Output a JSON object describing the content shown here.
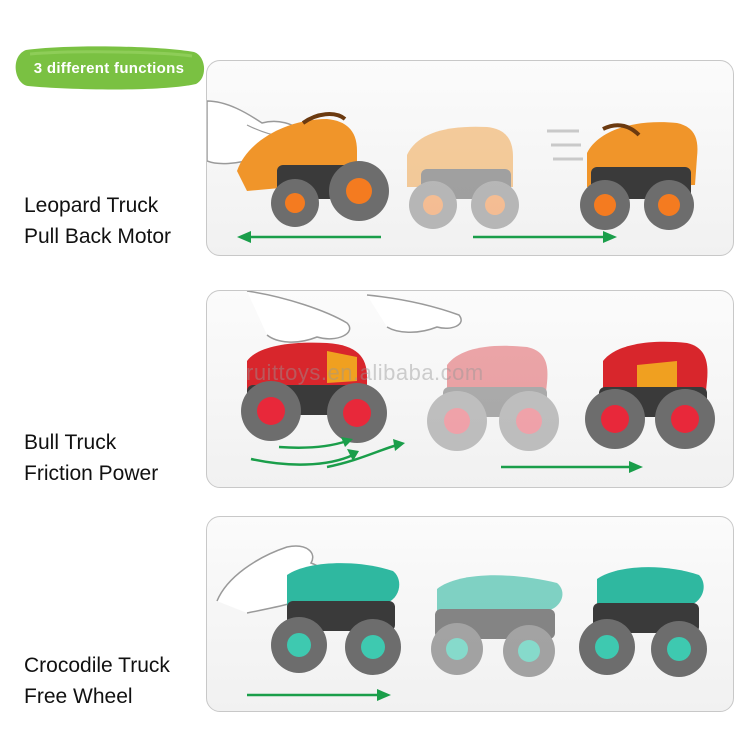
{
  "badge": {
    "text": "3 different functions",
    "color": "#7ac142"
  },
  "watermark": "ruittoys.en.alibaba.com",
  "rows": [
    {
      "id": "leopard",
      "title": "Leopard Truck",
      "subtitle": "Pull Back Motor",
      "body_color": "#f0952a",
      "wheel_hub": "#f47b20"
    },
    {
      "id": "bull",
      "title": "Bull Truck",
      "subtitle": "Friction Power",
      "body_color": "#d8262c",
      "wheel_hub": "#e8283a"
    },
    {
      "id": "croc",
      "title": "Crocodile Truck",
      "subtitle": "Free Wheel",
      "body_color": "#2fb8a0",
      "wheel_hub": "#3ec9b0"
    }
  ],
  "colors": {
    "arrow": "#1a9e4a",
    "tire": "#6d6d6d"
  }
}
